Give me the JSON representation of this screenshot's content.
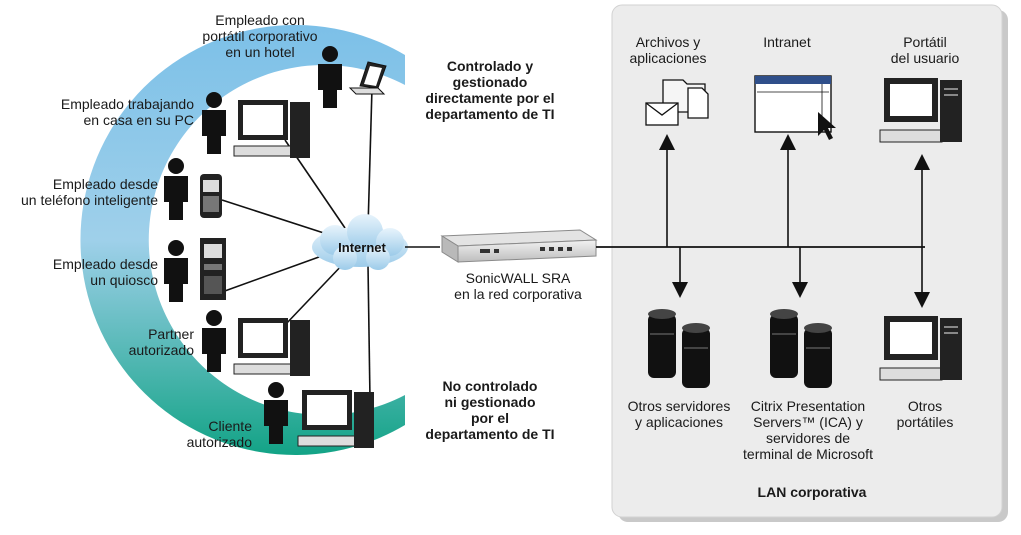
{
  "remote_users": {
    "hotel_laptop": "Empleado con\nportátil corporativo\nen un hotel",
    "home_pc": "Empleado trabajando\nen casa en su PC",
    "smartphone": "Empleado desde\nun teléfono inteligente",
    "kiosk": "Empleado desde\nun quiosco",
    "partner": "Partner\nautorizado",
    "client": "Cliente\nautorizado"
  },
  "zones": {
    "managed": "Controlado y\ngestionado\ndirectamente por el\ndepartamento de TI",
    "unmanaged": "No controlado\nni gestionado\npor el\ndepartamento de TI"
  },
  "internet_label": "Internet",
  "appliance": {
    "label": "SonicWALL SRA\nen la red corporativa"
  },
  "lan": {
    "title": "LAN corporativa",
    "files_apps": "Archivos y\naplicaciones",
    "intranet": "Intranet",
    "user_laptop": "Portátil\ndel usuario",
    "other_servers": "Otros servidores\ny aplicaciones",
    "citrix": "Citrix Presentation\nServers™ (ICA) y\nservidores de\nterminal de Microsoft",
    "other_laptops": "Otros\nportátiles"
  },
  "colors": {
    "arc_top": "#6fb7e2",
    "arc_bottom": "#1aa58a",
    "panel": "#ededed",
    "line": "#111111"
  }
}
